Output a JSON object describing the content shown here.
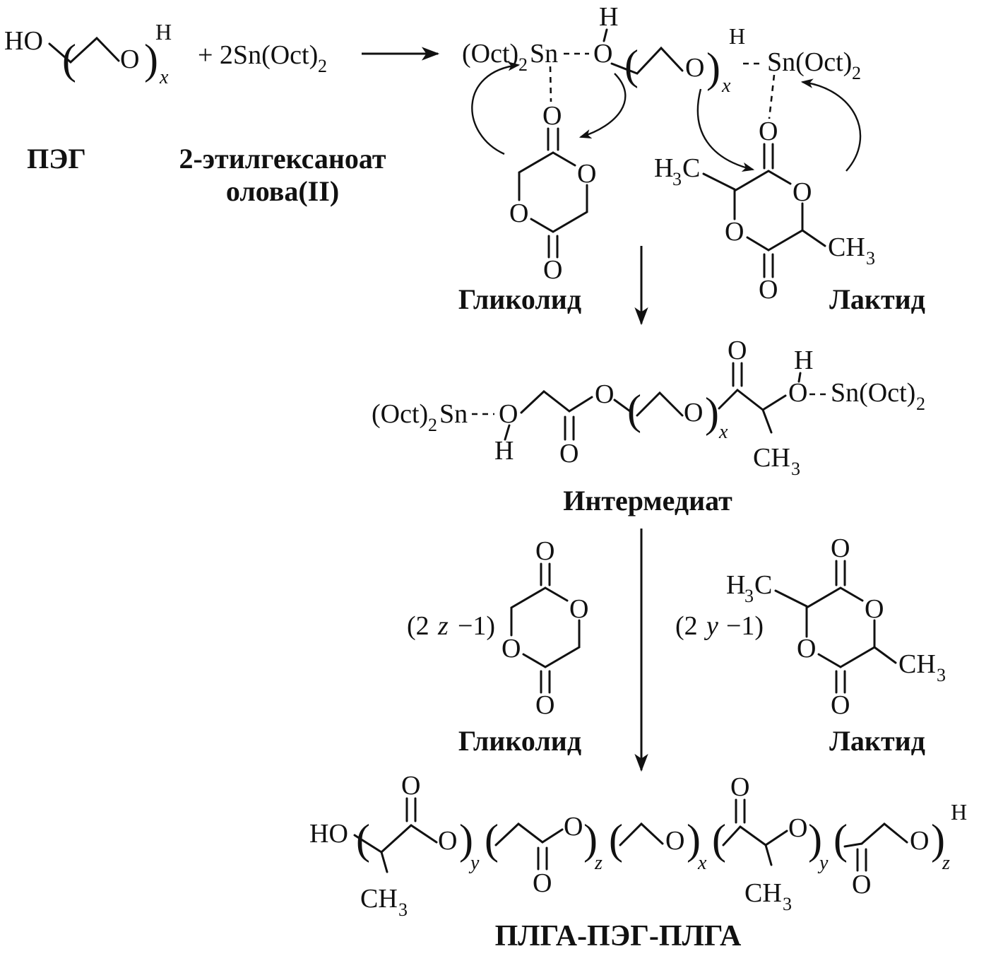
{
  "labels": {
    "peg": "ПЭГ",
    "catalyst_name_line1": "2-этилгексаноат",
    "catalyst_name_line2": "олова(II)",
    "glycolide_stage1": "Гликолид",
    "lactide_stage1": "Лактид",
    "intermediate": "Интермедиат",
    "glycolide_stage2": "Гликолид",
    "lactide_stage2": "Лактид",
    "product": "ПЛГА-ПЭГ-ПЛГА"
  },
  "coefficients": {
    "glycolide_open": "(2",
    "glycolide_var": "z",
    "glycolide_close": "−1)",
    "lactide_open": "(2",
    "lactide_var": "y",
    "lactide_close": "−1)"
  },
  "sym": {
    "HO": "HO",
    "O": "O",
    "H": "H",
    "C": "C",
    "CH": "CH",
    "Sn": "Sn",
    "OctParen": "(Oct)",
    "SnOct": "Sn(Oct)",
    "plusCatalyst": "+ 2Sn(Oct)",
    "sub2": "2",
    "sub3": "3",
    "subX": "x",
    "subY": "y",
    "subZ": "z",
    "parenOpen": "(",
    "parenClose": ")"
  }
}
